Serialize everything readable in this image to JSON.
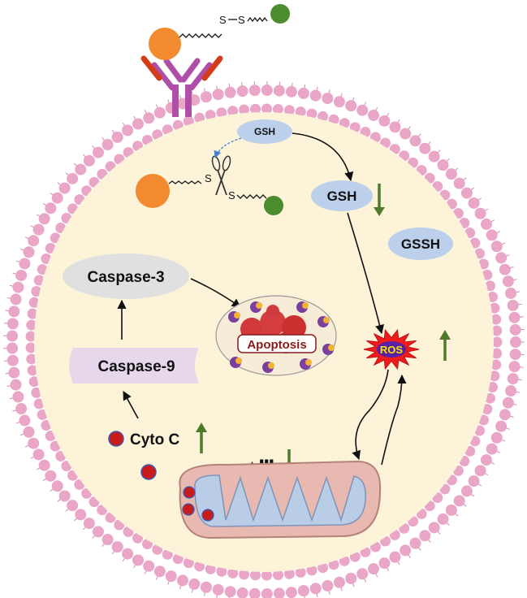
{
  "labels": {
    "gsh_top": "GSH",
    "gsh": "GSH",
    "gssh": "GSSH",
    "caspase3": "Caspase-3",
    "caspase9": "Caspase-9",
    "apoptosis": "Apoptosis",
    "ros": "ROS",
    "cyto_c": "Cyto C",
    "delta_psi": "△Ψ",
    "sulfur_1": "S",
    "sulfur_2": "S",
    "sulfur_3": "S",
    "sulfur_4": "S"
  },
  "colors": {
    "membrane_head": "#e9a6c6",
    "membrane_tail": "#d08ab3",
    "cytoplasm": "#fcf3d8",
    "nanoparticle": "#f28b30",
    "drug": "#4a8c2e",
    "antibody_purple": "#b04fa8",
    "antibody_red": "#d43d1a",
    "gsh_blue": "#bcd0ec",
    "caspase3_grey": "#e0e0e0",
    "caspase9_lilac": "#e6d8ea",
    "mito_outer": "#e8b9b0",
    "mito_inner": "#b9cde6",
    "cyto_red": "#c81c1c",
    "arrow_green": "#4f7a2a",
    "ros_red": "#ee1c1c"
  },
  "indicators": {
    "gsh": "down",
    "ros": "up",
    "cyto_c": "up",
    "delta_psi": "down"
  }
}
